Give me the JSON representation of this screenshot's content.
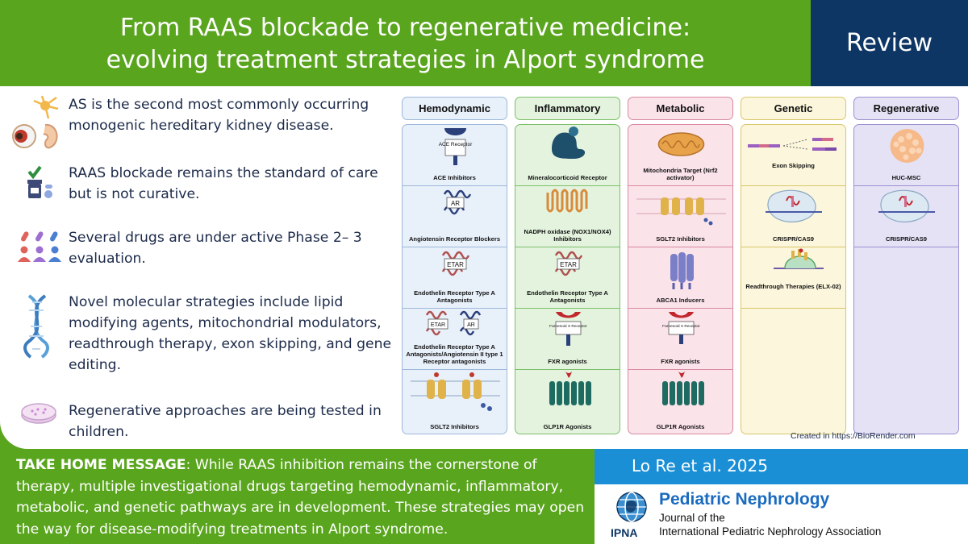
{
  "header": {
    "title_line1": "From RAAS blockade to regenerative medicine:",
    "title_line2": "evolving treatment strategies in Alport syndrome",
    "badge": "Review"
  },
  "bullets": [
    {
      "text": "AS is the second most commonly occurring monogenic hereditary kidney disease.",
      "icon": "ear-eye-neuron-icon"
    },
    {
      "text": "RAAS blockade remains the standard of care but is not curative.",
      "icon": "pills-icon"
    },
    {
      "text": "Several drugs are under active Phase 2– 3 evaluation.",
      "icon": "patients-capsules-icon"
    },
    {
      "text": "Novel molecular strategies include lipid modifying agents, mitochondrial modulators, readthrough therapy, exon skipping, and gene editing.",
      "icon": "dna-icon"
    },
    {
      "text": "Regenerative approaches are being tested in children.",
      "icon": "petri-dish-icon"
    }
  ],
  "figure": {
    "columns": [
      {
        "title": "Hemodynamic",
        "border": "#9db8da",
        "fill": "#e8f0fa",
        "items": [
          "ACE  Inhibitors",
          "Angiotensin Receptor Blockers",
          "Endothelin Receptor Type A Antagonists",
          "Endothelin Receptor Type A Antagonists/Angiotensin II type 1 Receptor antagonists",
          "SGLT2 Inhibitors"
        ],
        "badges": [
          "ACE Receptor",
          "AR",
          "ETAR",
          "ETAR",
          "AR"
        ]
      },
      {
        "title": "Inflammatory",
        "border": "#7cbf6a",
        "fill": "#e3f3dd",
        "items": [
          "Mineralocorticoid Receptor",
          "NADPH oxidase (NOX1/NOX4) Inhibitors",
          "Endothelin Receptor Type A Antagonists",
          "FXR agonists",
          "GLP1R Agonists"
        ],
        "badges": [
          "ETAR",
          "Farnesoid X Receptor"
        ]
      },
      {
        "title": "Metabolic",
        "border": "#d88aa0",
        "fill": "#fbe3ea",
        "items": [
          "Mitochondria Target (Nrf2 activator)",
          "SGLT2 Inhibitors",
          "ABCA1 Inducers",
          "FXR agonists",
          "GLP1R Agonists"
        ],
        "badges": [
          "Farnesoid X Receptor"
        ]
      },
      {
        "title": "Genetic",
        "border": "#d9c76a",
        "fill": "#fbf6dc",
        "items": [
          "Exon Skipping",
          "CRISPR/CAS9",
          "Readthrough Therapies (ELX-02)"
        ]
      },
      {
        "title": "Regenerative",
        "border": "#9b8fd0",
        "fill": "#e6e2f6",
        "items": [
          "HUC-MSC",
          "CRISPR/CAS9"
        ]
      }
    ],
    "credit": "Created in  https://BioRender.com"
  },
  "takehome": {
    "label": "TAKE HOME MESSAGE",
    "text": ": While RAAS inhibition remains the cornerstone of therapy, multiple investigational drugs targeting hemodynamic, inflammatory, metabolic, and genetic pathways are in development. These strategies may open the way for disease-modifying treatments in Alport syndrome."
  },
  "citation": "Lo Re et al. 2025",
  "journal": {
    "title": "Pediatric Nephrology",
    "sub1": "Journal of the",
    "sub2": "International Pediatric Nephrology Association",
    "logo_text": "IPNA"
  },
  "colors": {
    "green": "#5aa51e",
    "navy": "#0e3664",
    "blue": "#1a8fd6"
  }
}
